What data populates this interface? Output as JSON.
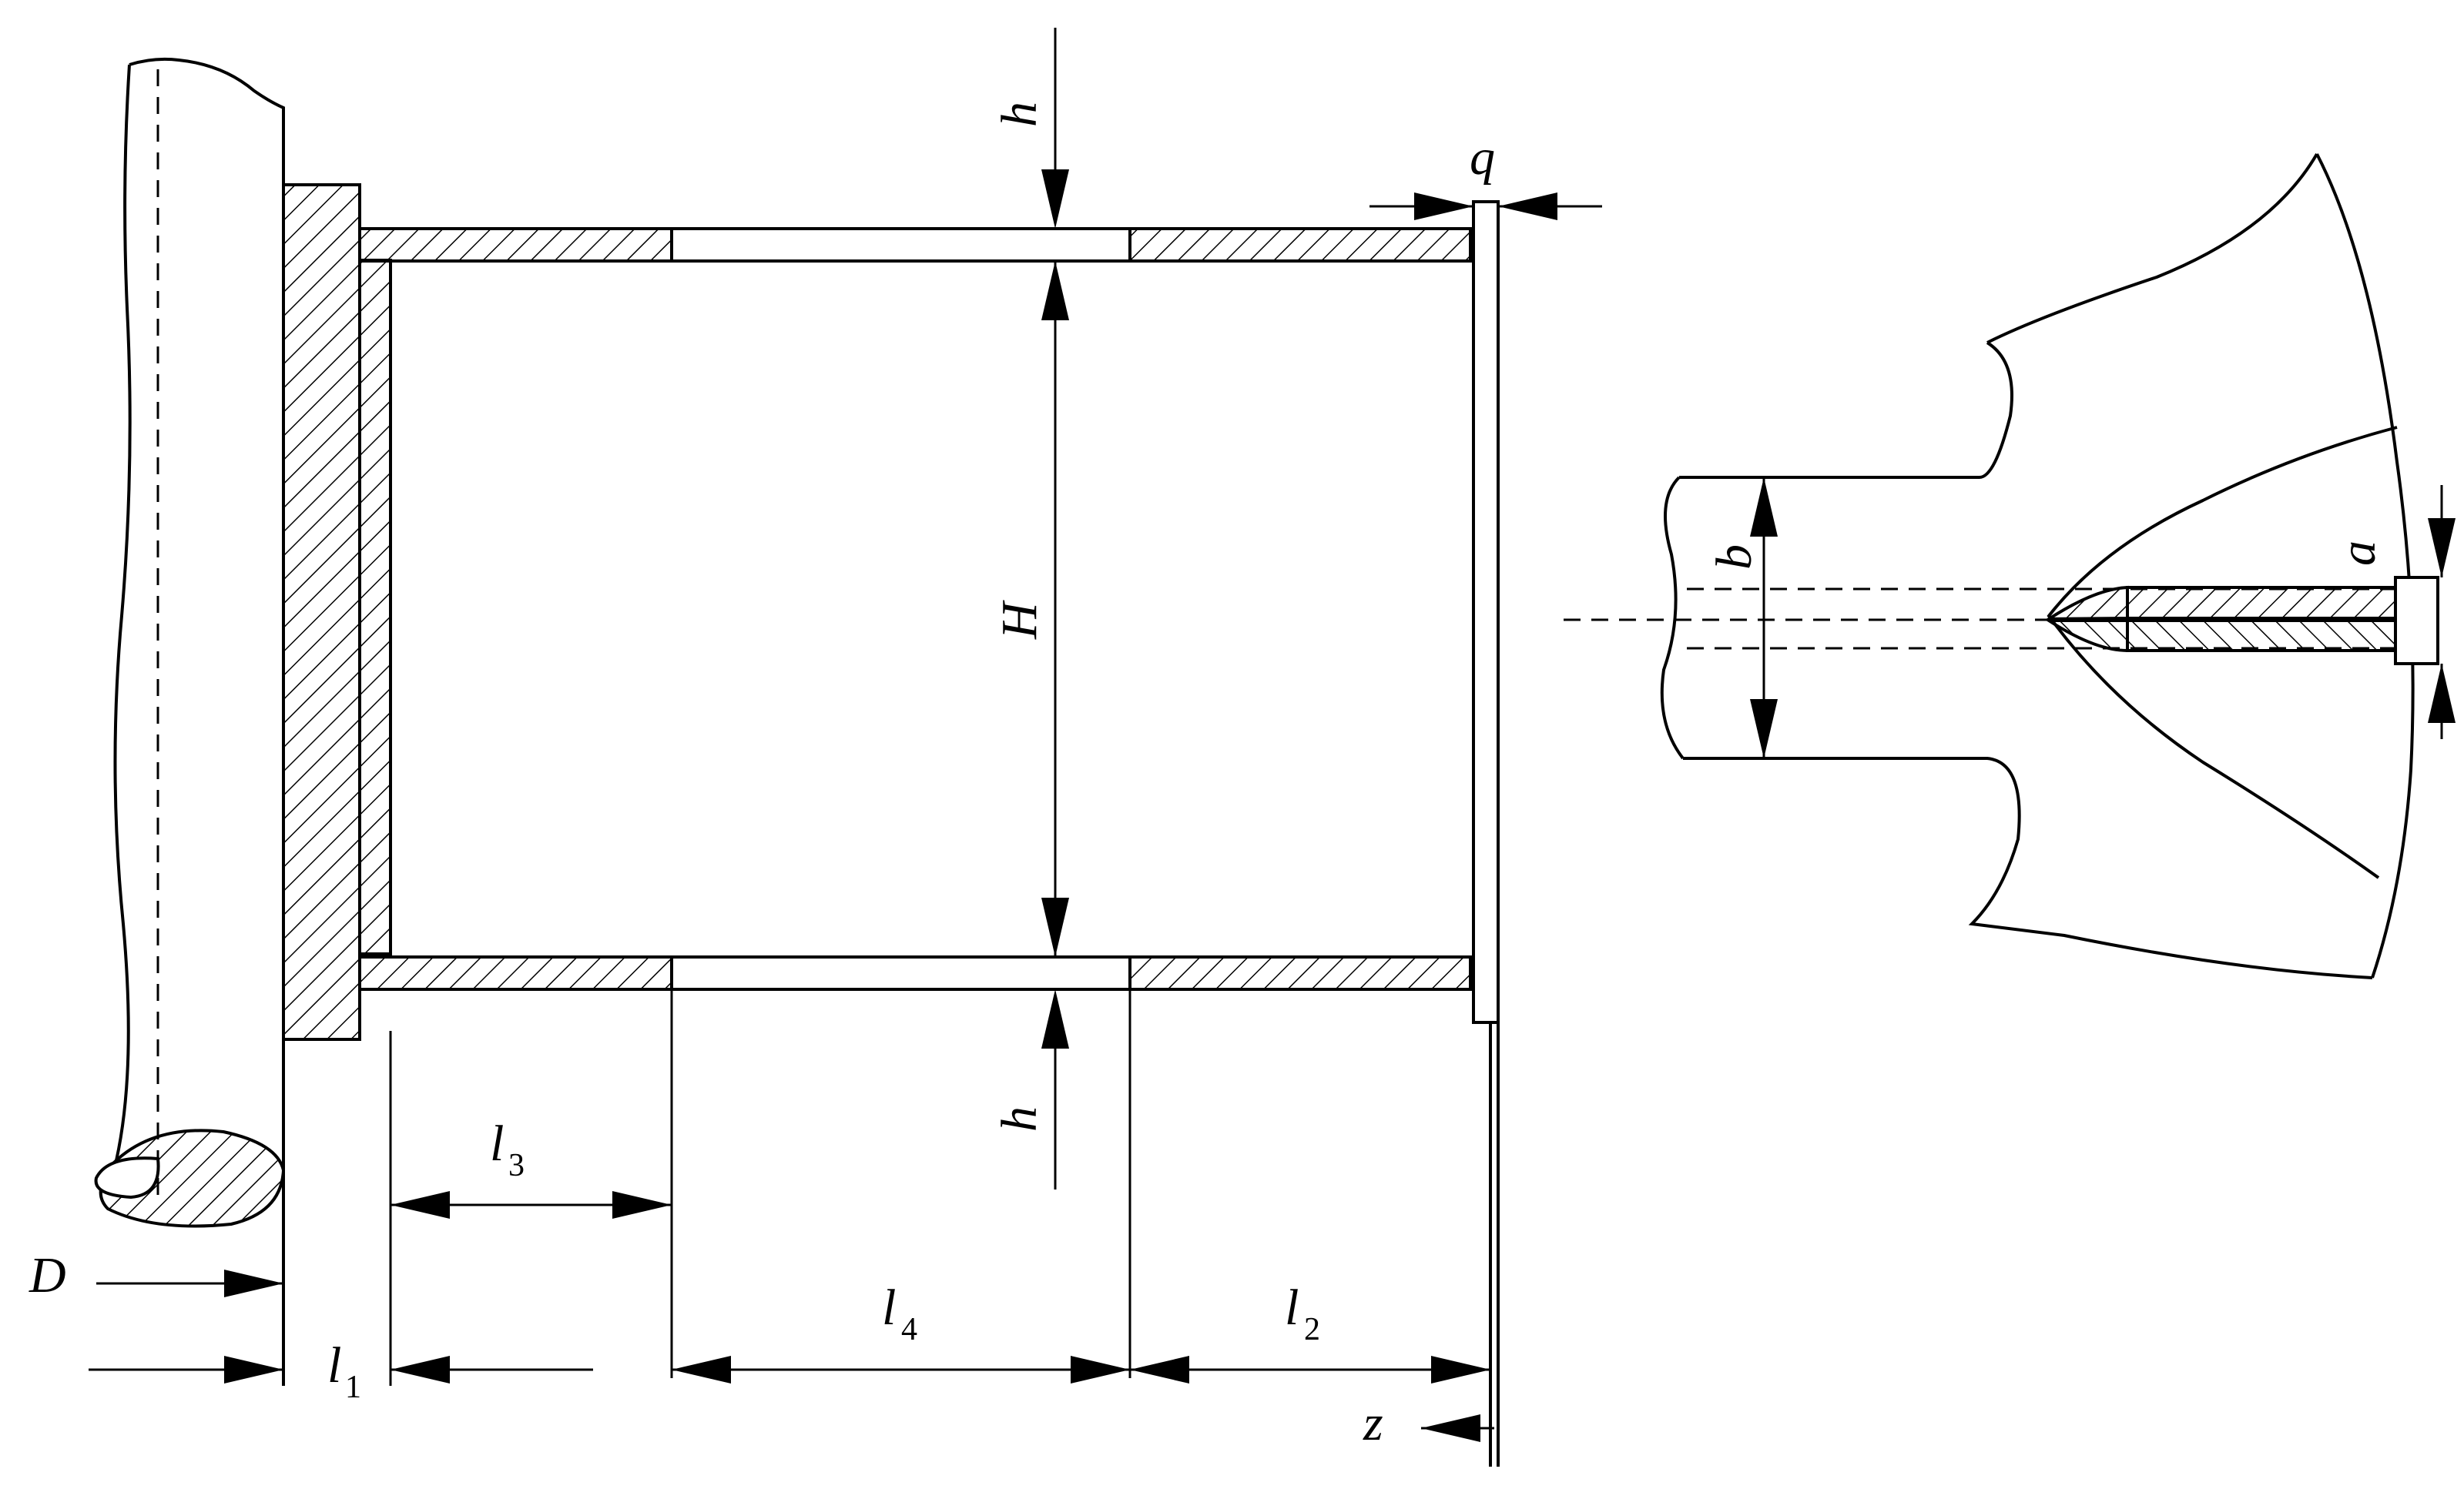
{
  "labels": {
    "h_top": "h",
    "h_bottom": "h",
    "q": "q",
    "H": "H",
    "D": "D",
    "l1": "l",
    "l1_sub": "1",
    "l2": "l",
    "l2_sub": "2",
    "l3": "l",
    "l3_sub": "3",
    "l4": "l",
    "l4_sub": "4",
    "z": "z",
    "a": "a",
    "b": "b"
  }
}
